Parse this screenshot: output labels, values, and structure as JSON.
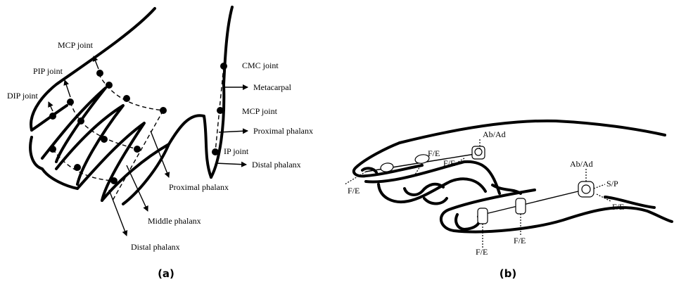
{
  "panel_a": {
    "caption": "(a)",
    "labels": {
      "mcp_joint": "MCP joint",
      "pip_joint": "PIP joint",
      "dip_joint": "DIP joint",
      "cmc_joint": "CMC joint",
      "metacarpal": "Metacarpal",
      "thumb_mcp_joint": "MCP joint",
      "proximal_phalanx_thumb": "Proximal phalanx",
      "ip_joint": "IP joint",
      "distal_phalanx_thumb": "Distal phalanx",
      "proximal_phalanx": "Proximal phalanx",
      "middle_phalanx": "Middle phalanx",
      "distal_phalanx": "Distal phalanx"
    }
  },
  "panel_b": {
    "caption": "(b)",
    "labels": {
      "ab_ad_index": "Ab/Ad",
      "fe_index_mid": "F/E",
      "fe_index_pip": "F/E",
      "fe_index_dip": "F/E",
      "ab_ad_thumb": "Ab/Ad",
      "sp_thumb": "S/P",
      "fe_thumb_base": "F/E",
      "fe_thumb_ip": "F/E",
      "fe_thumb_mcp": "F/E"
    }
  }
}
